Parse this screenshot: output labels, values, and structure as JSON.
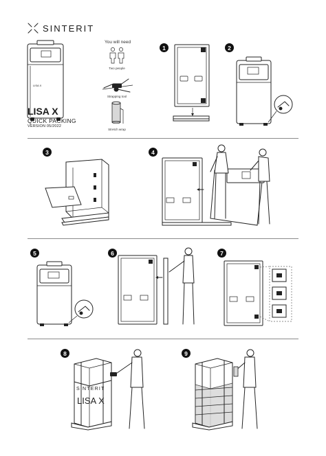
{
  "brand": {
    "name": "SINTERIT"
  },
  "product": {
    "title": "LISA X",
    "subtitle": "QUICK PACKING",
    "version": "VERSION 05/2022"
  },
  "needs": {
    "heading": "You will need",
    "items": [
      {
        "label": "Two people",
        "icon": "two-people-icon"
      },
      {
        "label": "Strapping tool",
        "icon": "strapping-tool-icon"
      },
      {
        "label": "Stretch wrap",
        "icon": "stretch-wrap-icon"
      }
    ]
  },
  "printer_label": "LISA X",
  "box_brand": "SINTERIT",
  "box_model": "LISA X",
  "steps": [
    "1",
    "2",
    "3",
    "4",
    "5",
    "6",
    "7",
    "8",
    "9"
  ]
}
